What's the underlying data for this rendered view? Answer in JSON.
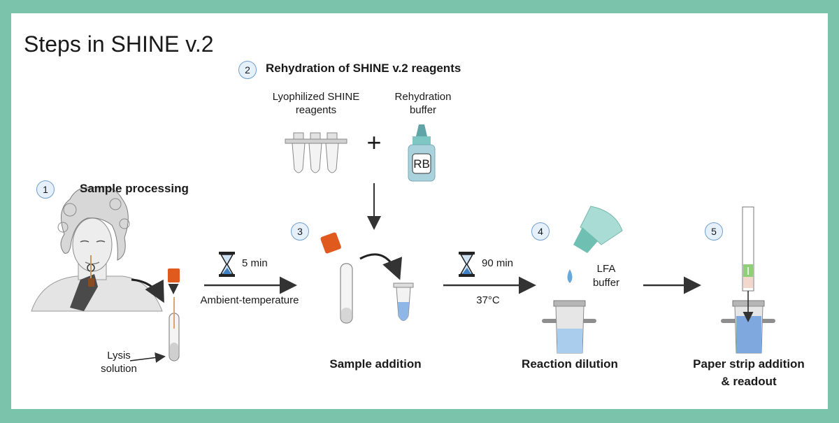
{
  "title": "Steps in SHINE v.2",
  "steps": [
    {
      "number": "1",
      "label": "Sample processing"
    },
    {
      "number": "2",
      "label": "Rehydration of SHINE v.2 reagents"
    },
    {
      "number": "3",
      "label": "Sample addition"
    },
    {
      "number": "4",
      "label": "Reaction dilution"
    },
    {
      "number": "5",
      "label_line1": "Paper strip addition",
      "label_line2": "& readout"
    }
  ],
  "reagents": {
    "lyophilized_line1": "Lyophilized SHINE",
    "lyophilized_line2": "reagents",
    "buffer_line1": "Rehydration",
    "buffer_line2": "buffer",
    "bottle_label": "RB",
    "plus": "+"
  },
  "lysis": {
    "line1": "Lysis",
    "line2": "solution"
  },
  "transition_1": {
    "time": "5 min",
    "condition": "Ambient-temperature"
  },
  "transition_2": {
    "time": "90 min",
    "condition": "37°C"
  },
  "lfa": {
    "line1": "LFA",
    "line2": "buffer"
  },
  "colors": {
    "background": "#7bc4ab",
    "badge_border": "#6f9fd0",
    "cap": "#e05a1e",
    "blue_liquid": "#8eb6e6",
    "teal_bottle": "#7ec6c4"
  }
}
